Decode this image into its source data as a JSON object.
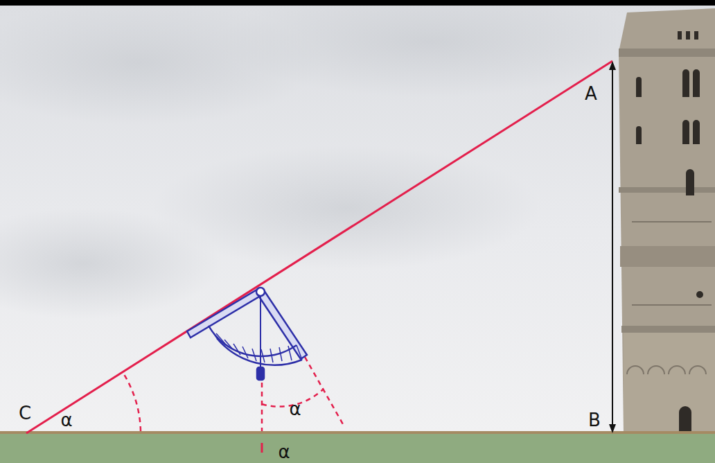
{
  "diagram": {
    "labels": [
      "A",
      "C",
      "α",
      "α",
      "B",
      "α"
    ]
  }
}
